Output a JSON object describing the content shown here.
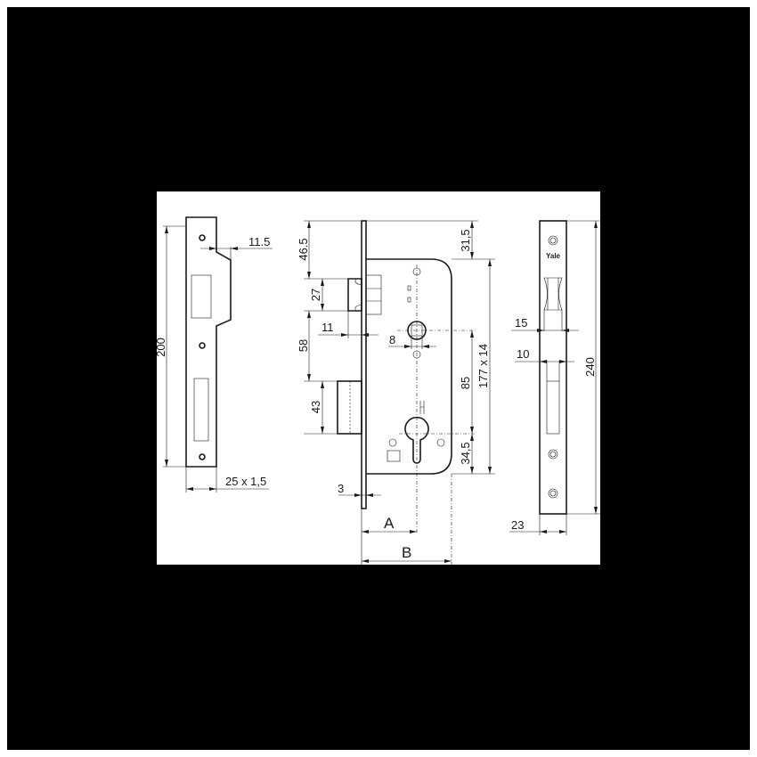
{
  "figure": {
    "title": "Mortise lock technical drawing",
    "colors": {
      "background": "#000000",
      "sheet": "#ffffff",
      "ink": "#1a1a1a"
    }
  },
  "strike_plate": {
    "height_label": "200",
    "lip_label": "11.5",
    "width_label": "25 x 1,5"
  },
  "lock_body": {
    "top_to_latch_label": "46.5",
    "latch_height_label": "27",
    "latch_projection_label": "11",
    "latch_to_bolt_label": "58",
    "bolt_height_label": "43",
    "spindle_label": "8",
    "faceplate_thickness_label": "3",
    "backset_a_label": "A",
    "depth_b_label": "B",
    "top_offset_label": "31,5",
    "body_size_label": "177 x 14",
    "centre_distance_label": "85",
    "cylinder_to_bottom_label": "34,5"
  },
  "faceplate": {
    "brand_logo": "Yale",
    "latch_slot_label": "15",
    "bolt_slot_label": "10",
    "height_label": "240",
    "width_label": "23"
  }
}
